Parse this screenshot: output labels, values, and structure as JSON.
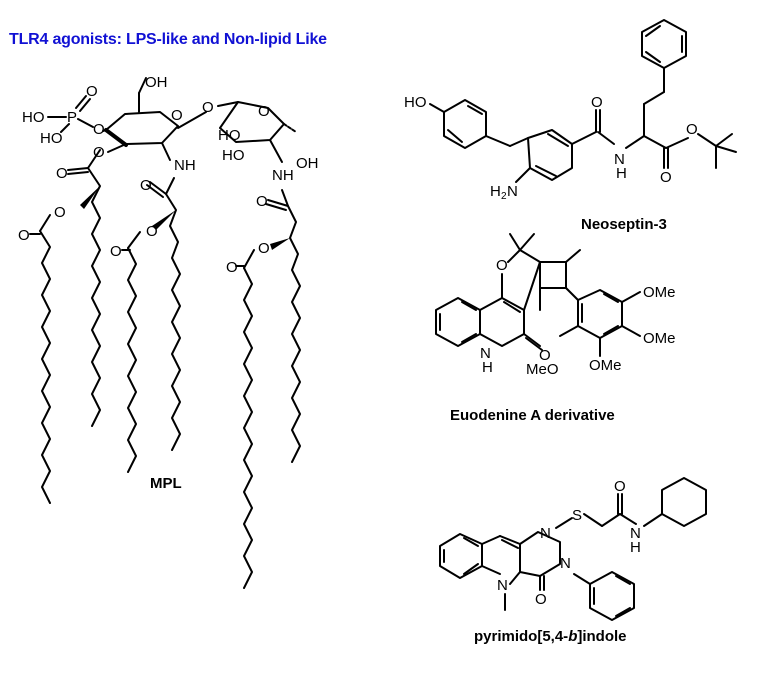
{
  "title": "TLR4 agonists: LPS-like and Non-lipid Like",
  "title_color": "#1111d4",
  "compounds": {
    "mpl": {
      "name": "MPL"
    },
    "neoseptin": {
      "name": "Neoseptin-3"
    },
    "euodenine": {
      "name": "Euodenine A derivative"
    },
    "pyrimidoindole": {
      "name_prefix": "pyrimido[5,4-",
      "name_italic": "b",
      "name_suffix": "]indole"
    }
  },
  "atoms": {
    "ho": "HO",
    "o": "O",
    "p": "P",
    "oh": "OH",
    "nh": "NH",
    "h2n_h": "H",
    "h2n_2": "2",
    "h2n_n": "N",
    "n": "N",
    "h": "H",
    "s": "S",
    "ome": "OMe",
    "meo": "MeO"
  }
}
